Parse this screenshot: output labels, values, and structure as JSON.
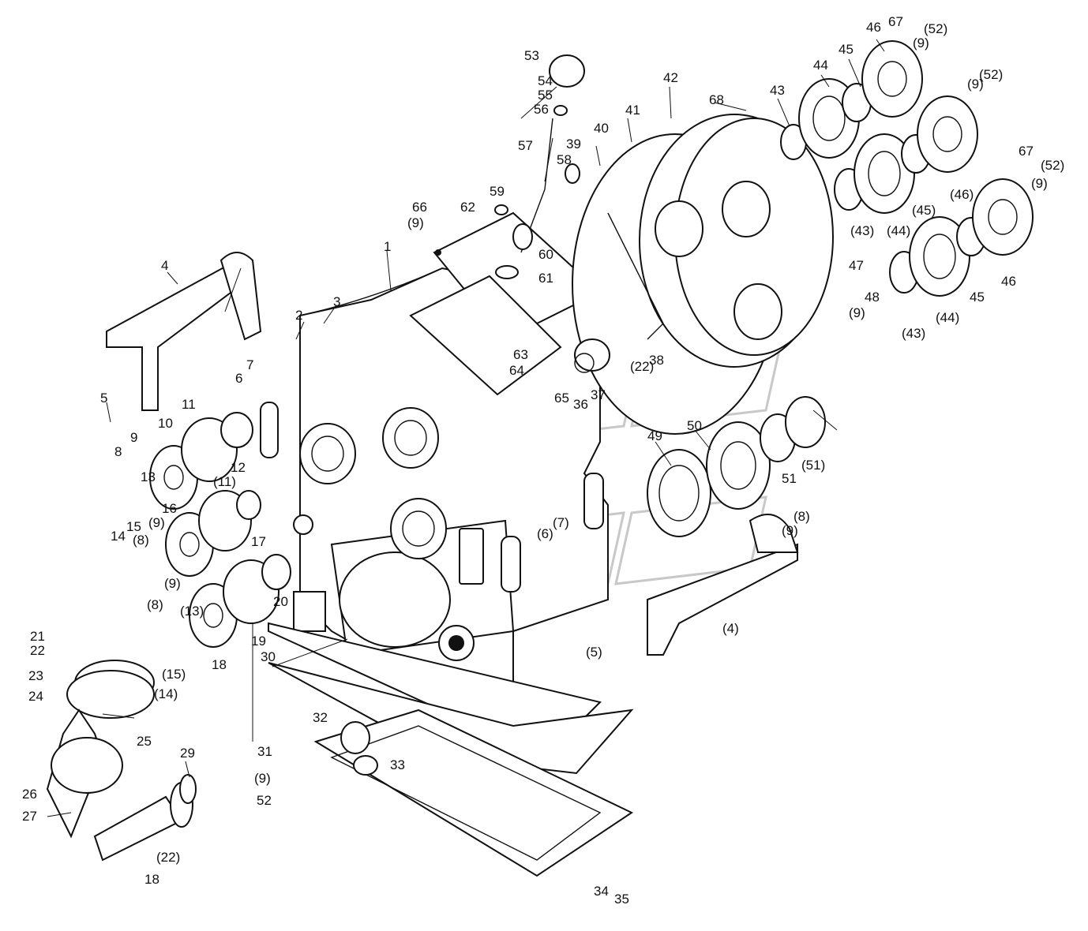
{
  "callouts": {
    "c1": "1",
    "c2": "2",
    "c3": "3",
    "c4": "4",
    "c5": "5",
    "c6": "6",
    "c7": "7",
    "c8": "8",
    "c9": "9",
    "c10": "10",
    "c11": "11",
    "c12": "12",
    "c13": "13",
    "c14": "14",
    "c15": "15",
    "c16": "16",
    "c17": "17",
    "c18": "18",
    "c19": "19",
    "c20": "20",
    "c21": "21",
    "c22": "22",
    "c23": "23",
    "c24": "24",
    "c25": "25",
    "c26": "26",
    "c27": "27",
    "c29": "29",
    "c30": "30",
    "c31": "31",
    "c32": "32",
    "c33": "33",
    "c34": "34",
    "c35": "35",
    "c36": "36",
    "c37": "37",
    "c38": "38",
    "c39": "39",
    "c40": "40",
    "c41": "41",
    "c42": "42",
    "c43": "43",
    "c44": "44",
    "c45": "45",
    "c46": "46",
    "c47": "47",
    "c48": "48",
    "c49": "49",
    "c50": "50",
    "c51": "51",
    "c52": "52",
    "c53": "53",
    "c54": "54",
    "c55": "55",
    "c56": "56",
    "c57": "57",
    "c58": "58",
    "c59": "59",
    "c60": "60",
    "c61": "61",
    "c62": "62",
    "c63": "63",
    "c64": "64",
    "c65": "65",
    "c66": "66",
    "c67": "67",
    "c68": "68",
    "p4": "(4)",
    "p5": "(5)",
    "p6": "(6)",
    "p7": "(7)",
    "p8": "(8)",
    "p9": "(9)",
    "p11": "(11)",
    "p13": "(13)",
    "p14": "(14)",
    "p15": "(15)",
    "p22": "(22)",
    "p43": "(43)",
    "p44": "(44)",
    "p45": "(45)",
    "p46": "(46)",
    "p51": "(51)",
    "p52": "(52)"
  }
}
